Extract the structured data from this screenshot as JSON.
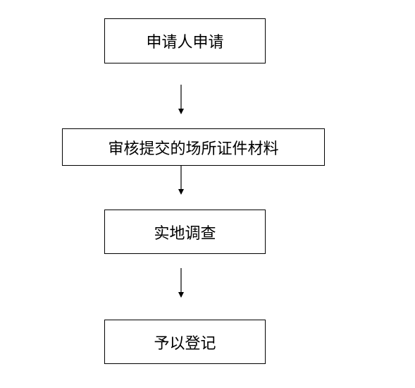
{
  "flowchart": {
    "steps": [
      {
        "label": "申请人申请"
      },
      {
        "label": "审核提交的场所证件材料"
      },
      {
        "label": "实地调查"
      },
      {
        "label": "予以登记"
      }
    ]
  }
}
